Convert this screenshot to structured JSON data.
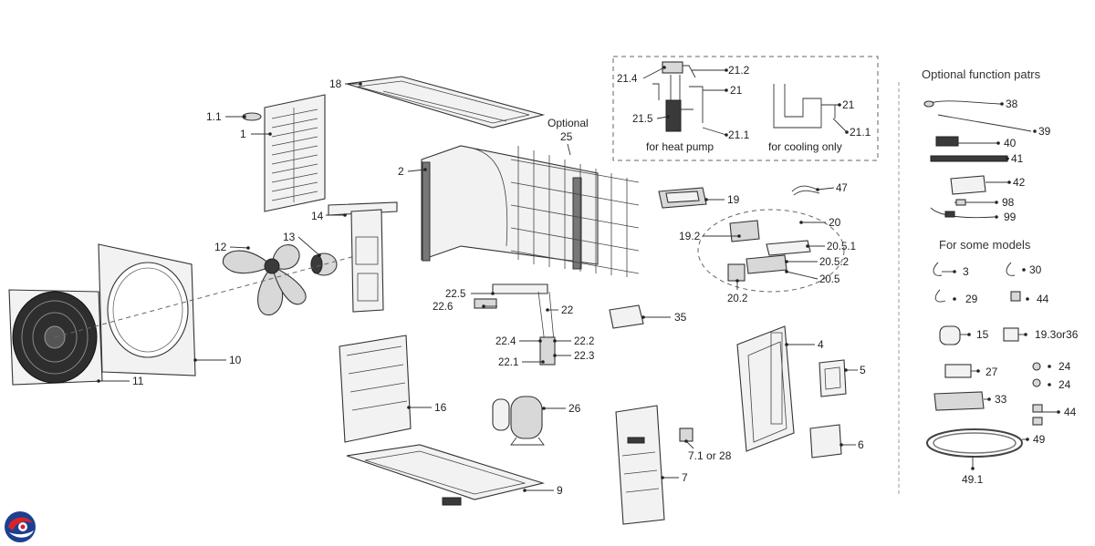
{
  "callouts": {
    "c1_1": "1.1",
    "c1": "1",
    "c18": "18",
    "c2": "2",
    "c14": "14",
    "c12": "12",
    "c13": "13",
    "c10": "10",
    "c11": "11",
    "c16": "16",
    "c9": "9",
    "c26": "26",
    "c22": "22",
    "c22_5": "22.5",
    "c22_6": "22.6",
    "c22_4": "22.4",
    "c22_2": "22.2",
    "c22_1": "22.1",
    "c22_3": "22.3",
    "c35": "35",
    "c19": "19",
    "c47": "47",
    "c20": "20",
    "c19_2": "19.2",
    "c20_5_1": "20.5.1",
    "c20_5_2": "20.5.2",
    "c20_5": "20.5",
    "c20_2": "20.2",
    "c4": "4",
    "c5": "5",
    "c6": "6",
    "c7": "7",
    "c7_1": "7.1 or 28",
    "c25": "25",
    "c21_2": "21.2",
    "c21_4": "21.4",
    "c21a": "21",
    "c21_5": "21.5",
    "c21_1a": "21.1",
    "c21b": "21",
    "c21_1b": "21.1"
  },
  "labels": {
    "optional": "Optional",
    "heat_pump": "for heat pump",
    "cooling_only": "for cooling only"
  },
  "sidebar": {
    "title": "Optional function patrs",
    "subtitle": "For some models",
    "items": [
      "38",
      "39",
      "40",
      "41",
      "42",
      "98",
      "99",
      "3",
      "30",
      "29",
      "44",
      "15",
      "19.3or36",
      "27",
      "24",
      "24",
      "33",
      "44",
      "49",
      "49.1"
    ]
  }
}
